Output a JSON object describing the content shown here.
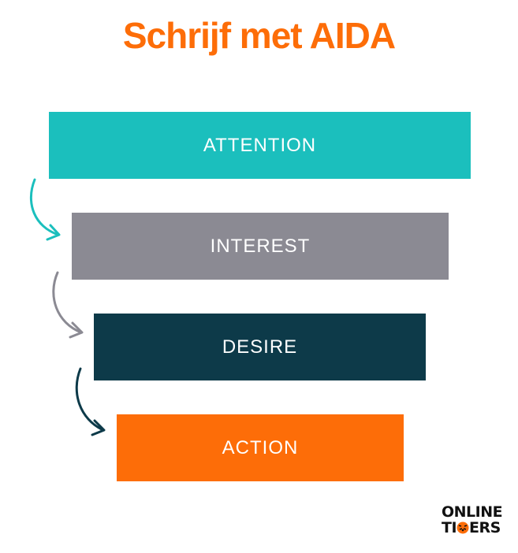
{
  "title": "Schrijf met AIDA",
  "steps": [
    {
      "label": "ATTENTION",
      "color": "#1bbfbd"
    },
    {
      "label": "INTEREST",
      "color": "#8b8a93"
    },
    {
      "label": "DESIRE",
      "color": "#0d3a49"
    },
    {
      "label": "ACTION",
      "color": "#fd6d08"
    }
  ],
  "arrow_colors": [
    "#1bbfbd",
    "#8b8a93",
    "#0d3a49"
  ],
  "title_color": "#fd6d08",
  "logo": {
    "line1": "ONLINE",
    "line2_pre": "TI",
    "line2_post": "ERS"
  }
}
